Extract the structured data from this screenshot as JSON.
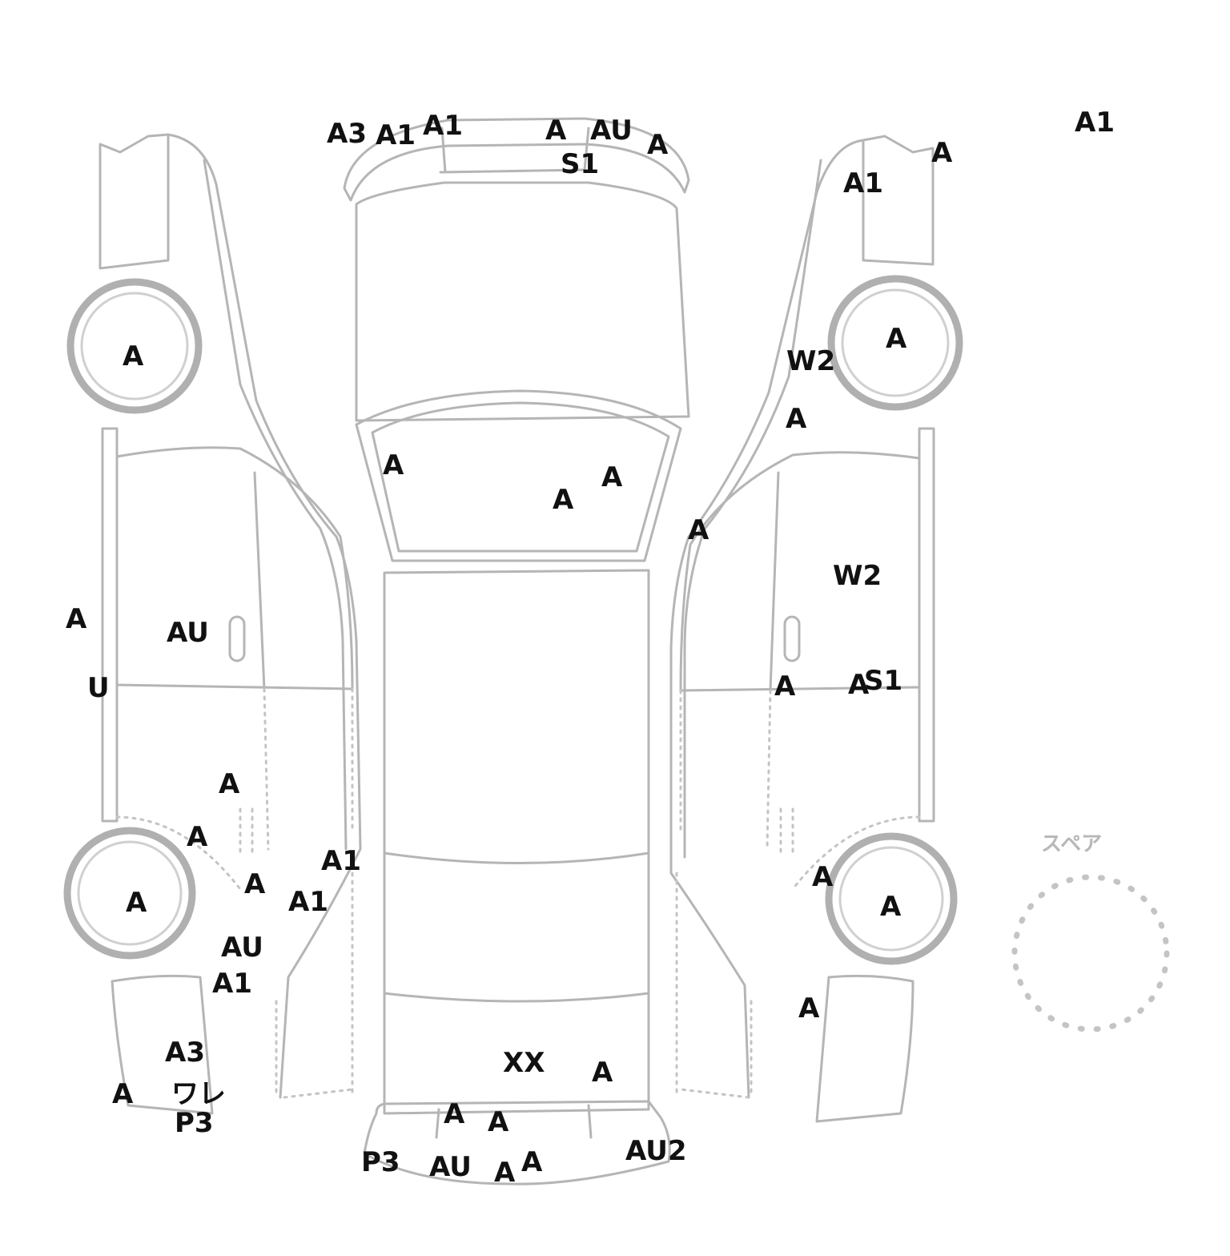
{
  "spare_label": "スペア",
  "marks": {
    "fr_a3": "A3",
    "fr_a1_1": "A1",
    "fr_a1_2": "A1",
    "fr_a_1": "A",
    "fr_au": "AU",
    "fr_a_2": "A",
    "fr_s1": "S1",
    "corner_a1": "A1",
    "rs_a": "A",
    "rs_a1": "A1",
    "rs_tire_front": "A",
    "rs_w2_1": "W2",
    "rs_a_2": "A",
    "rs_a_3": "A",
    "rs_w2_2": "W2",
    "rs_a_4": "A",
    "rs_a_5": "A",
    "rs_s1": "S1",
    "rs_a_6": "A",
    "rs_tire_rear": "A",
    "rs_a_7": "A",
    "ws_a_1": "A",
    "ws_a_2": "A",
    "ws_a_3": "A",
    "ls_tire_front": "A",
    "ls_a_1": "A",
    "ls_au_1": "AU",
    "ls_u": "U",
    "ls_a_2": "A",
    "ls_a_3": "A",
    "ls_tire_rear": "A",
    "ls_a_4": "A",
    "ls_a1_1": "A1",
    "ls_a1_2": "A1",
    "ls_au_2": "AU",
    "ls_a1_3": "A1",
    "ls_a3": "A3",
    "ls_a_5": "A",
    "ls_wa": "ワレ",
    "ls_p3": "P3",
    "tr_xx": "XX",
    "tr_a_1": "A",
    "rr_a_1": "A",
    "rr_a_2": "A",
    "rr_p3": "P3",
    "rr_au": "AU",
    "rr_a_3": "A",
    "rr_a_4": "A",
    "rr_au2": "AU2"
  }
}
